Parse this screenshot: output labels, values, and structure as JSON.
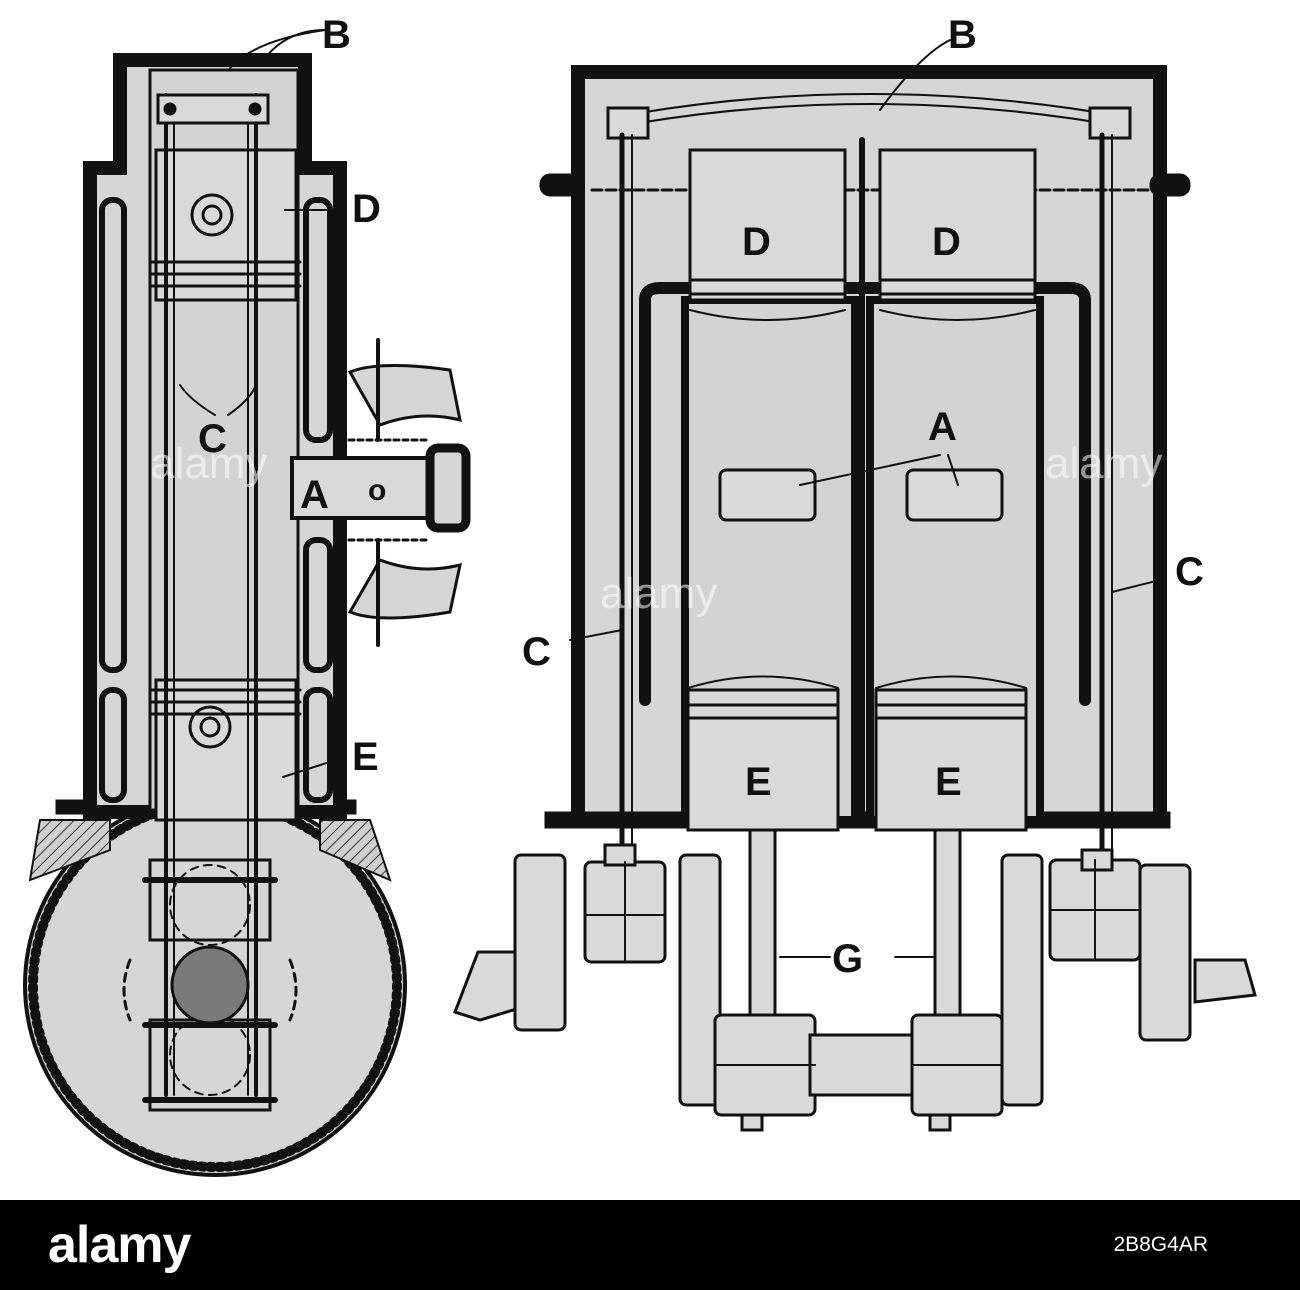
{
  "diagram": {
    "labels": {
      "left_B": "B",
      "left_D": "D",
      "left_C": "C",
      "left_A": "A",
      "left_o": "o",
      "left_E": "E",
      "right_B": "B",
      "right_D1": "D",
      "right_D2": "D",
      "right_A": "A",
      "right_C_left": "C",
      "right_C_right": "C",
      "right_E1": "E",
      "right_E2": "E",
      "right_G": "G"
    },
    "watermark": "alamy"
  },
  "footer": {
    "brand": "alamy",
    "image_id": "2B8G4AR"
  },
  "colors": {
    "fill": "#d6d6d6",
    "line": "#111111",
    "footer_bg": "#000000",
    "text": "#ffffff"
  }
}
